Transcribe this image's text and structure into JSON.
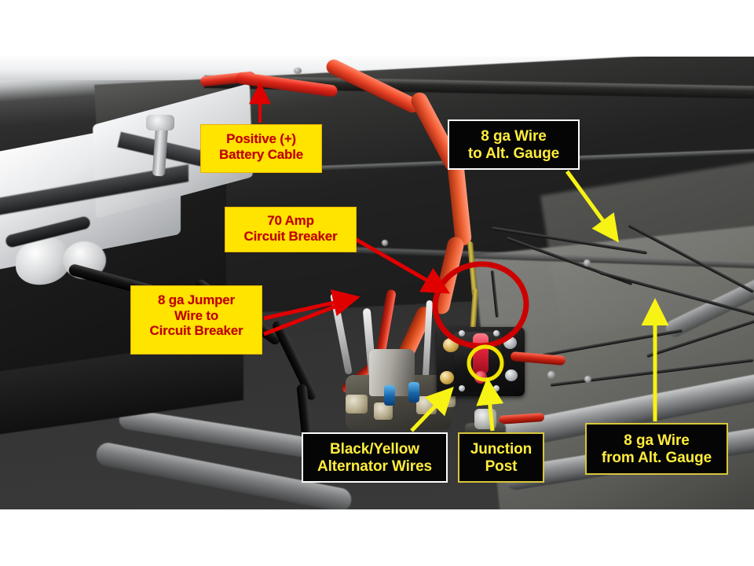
{
  "image": {
    "kind": "annotated-photograph",
    "subject": "Vehicle engine bay wiring with 70 amp circuit breaker",
    "letterbox_color": "#ffffff"
  },
  "palette": {
    "label_yellow_fill": "#ffe400",
    "label_red_text": "#c00000",
    "label_black_fill": "#050505",
    "label_yellow_text": "#ffec3d",
    "arrow_red": "#e00000",
    "arrow_yellow": "#f7f314",
    "highlight_ellipse_red": "#cc0000",
    "highlight_circle_yellow": "#f2e400"
  },
  "callouts": [
    {
      "id": "positive-battery-cable",
      "text": "Positive (+)\nBattery Cable",
      "style": "red-on-yellow",
      "pointer": "red-arrow-up"
    },
    {
      "id": "circuit-breaker",
      "text": "70 Amp\nCircuit Breaker",
      "style": "red-on-yellow",
      "pointer": "red-arrow-down-right"
    },
    {
      "id": "jumper-wire",
      "text": "8 ga Jumper\nWire to\nCircuit Breaker",
      "style": "red-on-yellow",
      "pointer": "red-arrow-right"
    },
    {
      "id": "wire-to-alt-gauge",
      "text": "8 ga Wire\nto Alt. Gauge",
      "style": "yellow-on-black",
      "border": "white",
      "pointer": "yellow-arrow-down-right"
    },
    {
      "id": "wire-from-alt-gauge",
      "text": "8 ga Wire\nfrom Alt. Gauge",
      "style": "yellow-on-black",
      "border": "yellow",
      "pointer": "yellow-arrow-up"
    },
    {
      "id": "alternator-wires",
      "text": "Black/Yellow\nAlternator Wires",
      "style": "yellow-on-black",
      "border": "white",
      "pointer": "yellow-arrow-up-left"
    },
    {
      "id": "junction-post",
      "text": "Junction\nPost",
      "style": "yellow-on-black",
      "border": "yellow",
      "pointer": "yellow-arrow-up"
    }
  ],
  "highlights": [
    {
      "id": "breaker-ellipse",
      "shape": "ellipse",
      "color": "#cc0000",
      "target": "70 amp circuit breaker"
    },
    {
      "id": "junction-post-circle",
      "shape": "circle",
      "color": "#f2e400",
      "target": "junction post bolt"
    }
  ],
  "components": [
    {
      "id": "battery",
      "label": "battery"
    },
    {
      "id": "circuit-breaker",
      "label": "70 amp circuit breaker"
    },
    {
      "id": "solenoid-terminal-block",
      "label": "solenoid terminal block"
    },
    {
      "id": "junction-post",
      "label": "junction post"
    }
  ]
}
